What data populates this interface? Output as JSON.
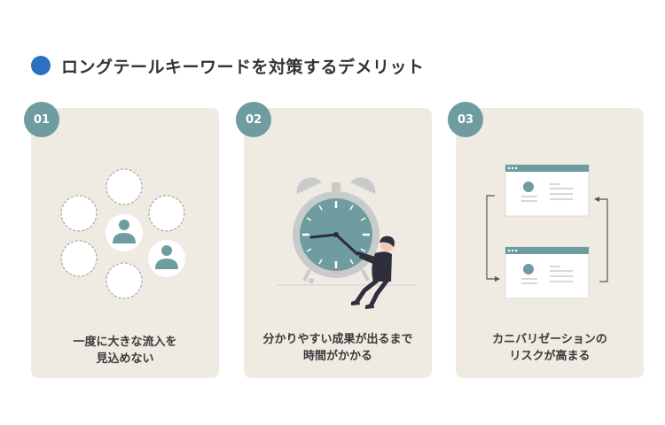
{
  "heading": {
    "title": "ロングテールキーワードを対策するデメリット",
    "bullet_color": "#2a72c0"
  },
  "cards": [
    {
      "number": "01",
      "line1": "一度に大きな流入を",
      "line2": "見込めない"
    },
    {
      "number": "02",
      "line1": "分かりやすい成果が出るまで",
      "line2": "時間がかかる"
    },
    {
      "number": "03",
      "line1": "カニバリゼーションの",
      "line2": "リスクが高まる"
    }
  ],
  "colors": {
    "card_bg": "#efebe2",
    "badge": "#6e9ca0",
    "teal": "#6e9ca0",
    "clock_grey": "#c9cbcb"
  }
}
